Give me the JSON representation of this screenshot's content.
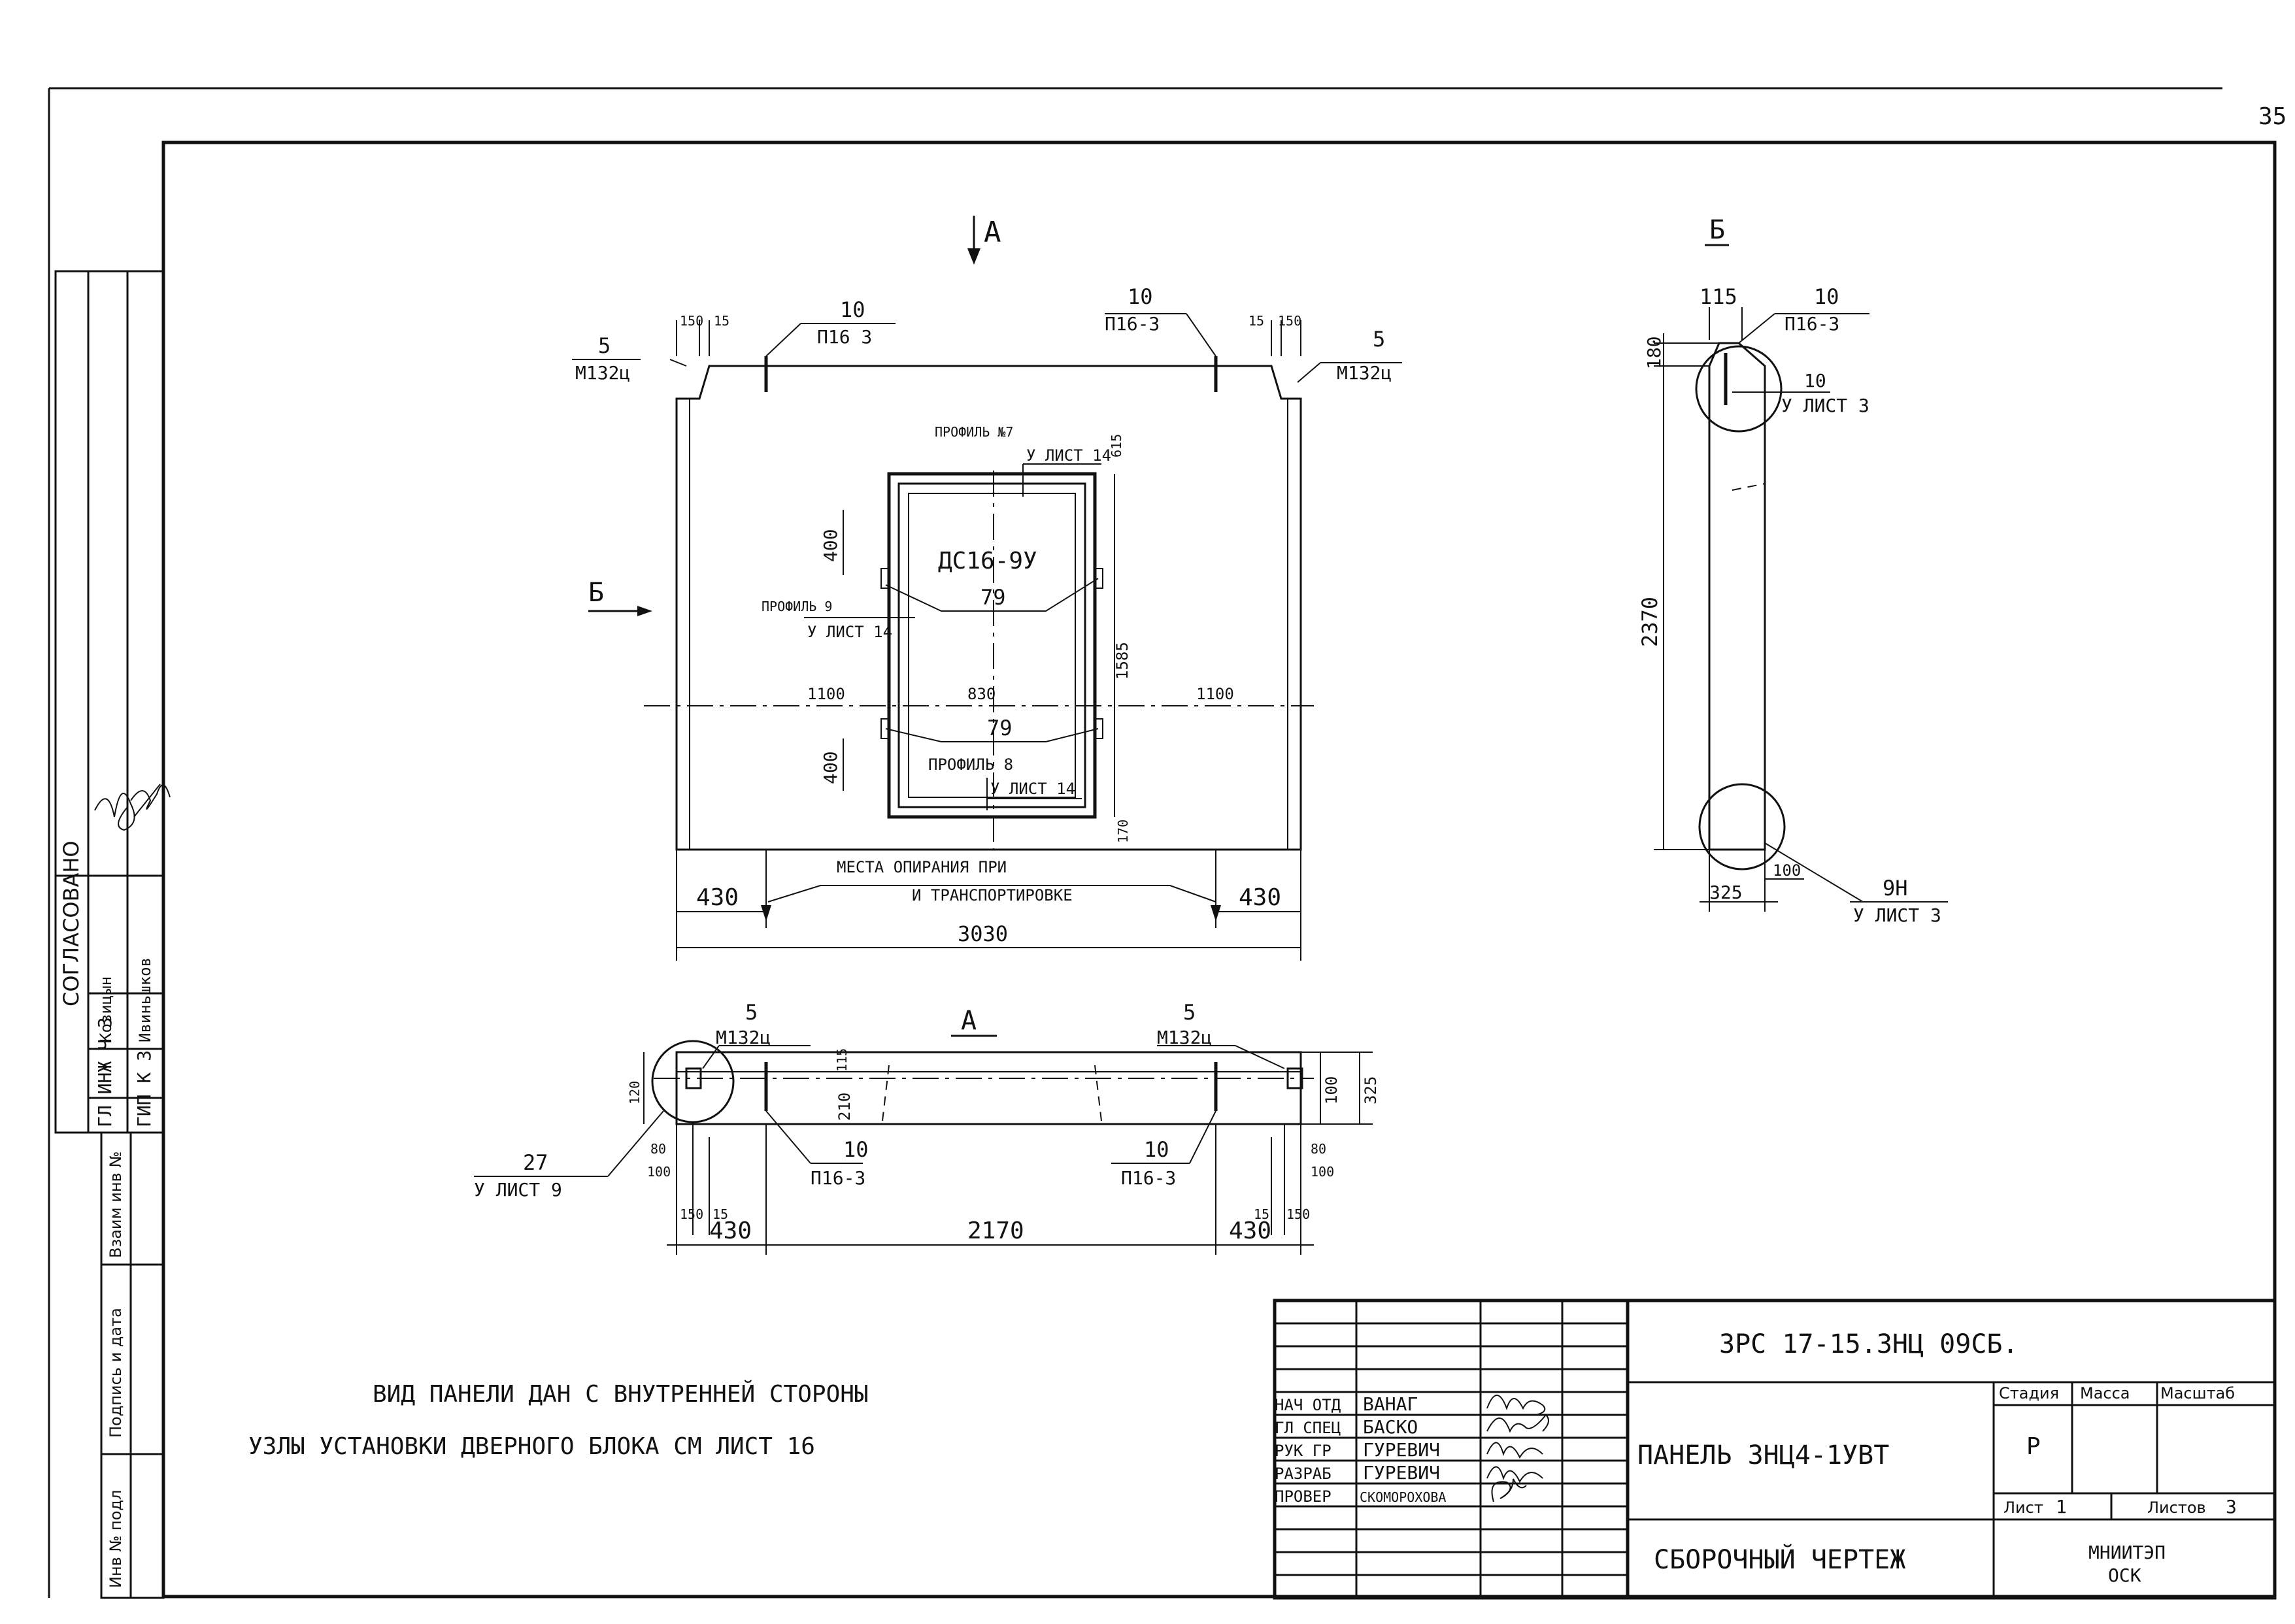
{
  "sheet_number": "35",
  "approvals": {
    "title": "СОГЛАСОВАНО",
    "rows": [
      {
        "role": "ГЛ ИНЖ  Ч З",
        "name": "Козицын"
      },
      {
        "role": "ГИП  К З",
        "name": "Ивиньшков"
      }
    ]
  },
  "side_stamp": {
    "fields": [
      "Взаим инв №",
      "Подпись и дата",
      "Инв № подл"
    ]
  },
  "views": {
    "arrow_a": "А",
    "arrow_b": "Б",
    "section_b_label": "Б",
    "plan_a_label": "А"
  },
  "front_view": {
    "left_anchor": {
      "count": "5",
      "mark": "M132ц"
    },
    "right_anchor": {
      "count": "5",
      "mark": "M132ц"
    },
    "left_loop": {
      "count": "10",
      "mark": "П16 3"
    },
    "right_loop": {
      "count": "10",
      "mark": "П16-3"
    },
    "dim_150_l": "150",
    "dim_15_l": "15",
    "dim_15_r": "15",
    "dim_150_r": "150",
    "profile7": "ПРОФИЛЬ  №7",
    "uzel14_top": "У ЛИСТ 14",
    "dim_615": "615",
    "door_mark": "ДС16-9У",
    "profile9": "ПРОФИЛЬ 9",
    "uzel14_left": "У ЛИСТ 14",
    "dim_79_top": "79",
    "dim_79_bot": "79",
    "dim_400_top": "400",
    "dim_400_bot": "400",
    "dim_1585": "1585",
    "dim_1100_l": "1100",
    "dim_830": "830",
    "dim_1100_r": "1100",
    "profile8": "ПРОФИЛЬ 8",
    "uzel14_bot": "У ЛИСТ 14",
    "dim_170": "170",
    "support_note_1": "МЕСТА ОПИРАНИЯ ПРИ",
    "support_note_2": "И ТРАНСПОРТИРОВКЕ",
    "dim_430_l": "430",
    "dim_430_r": "430",
    "dim_3030": "3030"
  },
  "section_b": {
    "dim_115": "115",
    "loop": {
      "count": "10",
      "mark": "П16-3"
    },
    "uzel3_top": {
      "count": "10",
      "ref": "У ЛИСТ 3"
    },
    "dim_180": "180",
    "dim_2370": "2370",
    "dim_100": "100",
    "dim_325": "325",
    "uzel_9n": {
      "count": "9Н",
      "ref": "У ЛИСТ 3"
    }
  },
  "plan_a": {
    "left_anchor": {
      "count": "5",
      "mark": "M132ц"
    },
    "right_anchor": {
      "count": "5",
      "mark": "M132ц"
    },
    "left_loop": {
      "count": "10",
      "mark": "П16-3"
    },
    "right_loop": {
      "count": "10",
      "mark": "П16-3"
    },
    "uzel_27": {
      "count": "27",
      "ref": "У ЛИСТ 9"
    },
    "dim_120": "120",
    "dim_115": "115",
    "dim_210": "210",
    "dim_100_r": "100",
    "dim_325_r": "325",
    "dim_80_l": "80",
    "dim_100_l": "100",
    "dim_150_l": "150",
    "dim_15_l": "15",
    "dim_80_r": "80",
    "dim_100_r2": "100",
    "dim_15_r": "15",
    "dim_150_r": "150",
    "dim_430_l": "430",
    "dim_2170": "2170",
    "dim_430_r": "430"
  },
  "notes": [
    "ВИД  ПАНЕЛИ  ДАН  С  ВНУТРЕННЕЙ  СТОРОНЫ",
    "УЗЛЫ  УСТАНОВКИ  ДВЕРНОГО  БЛОКА  СМ  ЛИСТ 16"
  ],
  "title_block": {
    "code": "3РС  17-15.3НЦ  09СБ.",
    "panel_name": "ПАНЕЛЬ  3НЦ4-1УВТ",
    "drawing_type": "СБОРОЧНЫЙ  ЧЕРТЕЖ",
    "stage_label": "Стадия",
    "mass_label": "Масса",
    "scale_label": "Масштаб",
    "stage_value": "Р",
    "sheet_label": "Лист",
    "sheet_value": "1",
    "sheets_label": "Листов",
    "sheets_value": "3",
    "org": "МНИИТЭП",
    "org_sub": "ОСК",
    "people": [
      {
        "role": "НАЧ ОТД",
        "name": "ВАНАГ"
      },
      {
        "role": "ГЛ СПЕЦ",
        "name": "БАСКО"
      },
      {
        "role": "РУК ГР",
        "name": "ГУРЕВИЧ"
      },
      {
        "role": "РАЗРАБ",
        "name": "ГУРЕВИЧ"
      },
      {
        "role": "ПРОВЕР",
        "name": "СКОМОРОХОВА"
      }
    ]
  }
}
